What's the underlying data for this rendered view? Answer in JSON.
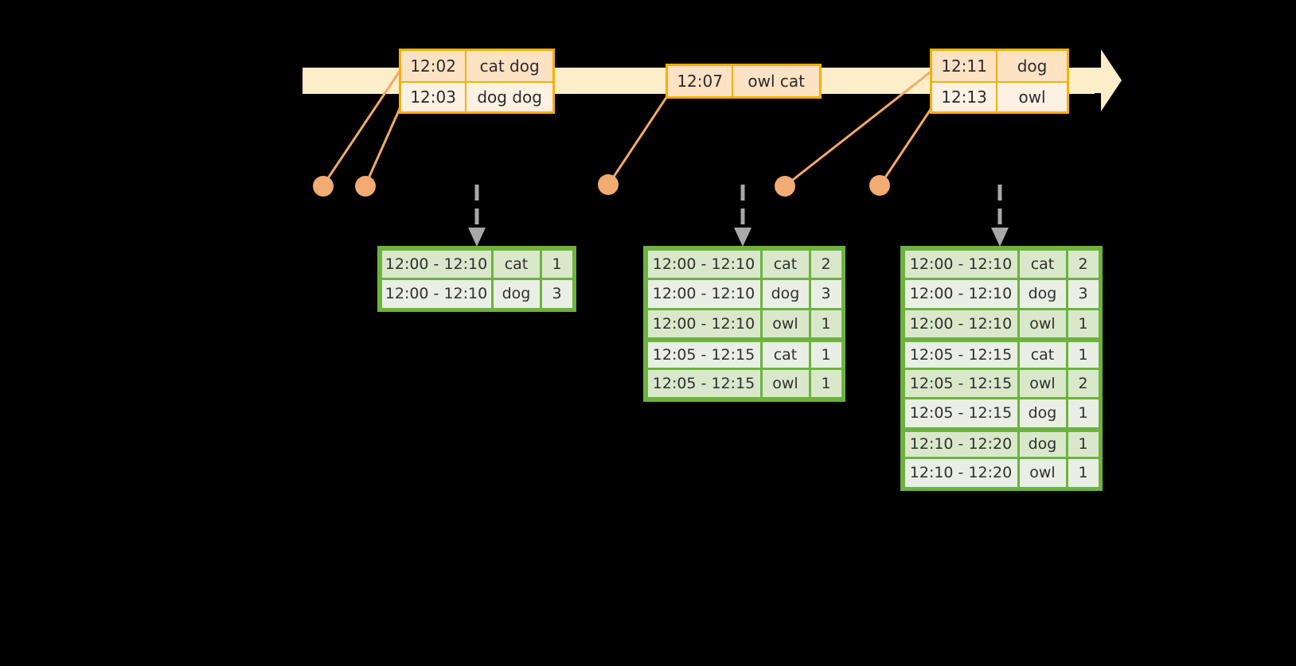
{
  "timeline": {
    "bar_color": "#fdeec9",
    "arrow_label": "time-axis-arrow",
    "events": [
      {
        "id": "event-group-1",
        "rows": [
          {
            "time": "12:02",
            "body": "cat dog"
          },
          {
            "time": "12:03",
            "body": "dog dog"
          }
        ]
      },
      {
        "id": "event-group-2",
        "rows": [
          {
            "time": "12:07",
            "body": "owl cat"
          }
        ]
      },
      {
        "id": "event-group-3",
        "rows": [
          {
            "time": "12:11",
            "body": "dog"
          },
          {
            "time": "12:13",
            "body": "owl"
          }
        ]
      }
    ],
    "connector_color": "#f2a86a",
    "dot_color": "#f2ab72"
  },
  "flow": {
    "arrow_color": "#a8a8a8",
    "arrow_style": "dashed",
    "arrow_labels": [
      "emit-arrow-1",
      "emit-arrow-2",
      "emit-arrow-3"
    ]
  },
  "tables": [
    {
      "id": "result-table-1",
      "border_color": "#6cb33f",
      "rows": [
        {
          "window": "12:00 - 12:10",
          "key": "cat",
          "count": "1",
          "shade": "a",
          "group_start": true
        },
        {
          "window": "12:00 - 12:10",
          "key": "dog",
          "count": "3",
          "shade": "b",
          "group_start": false
        }
      ]
    },
    {
      "id": "result-table-2",
      "border_color": "#6cb33f",
      "rows": [
        {
          "window": "12:00 - 12:10",
          "key": "cat",
          "count": "2",
          "shade": "a",
          "group_start": true
        },
        {
          "window": "12:00 - 12:10",
          "key": "dog",
          "count": "3",
          "shade": "b",
          "group_start": false
        },
        {
          "window": "12:00 - 12:10",
          "key": "owl",
          "count": "1",
          "shade": "a",
          "group_start": false
        },
        {
          "window": "12:05 - 12:15",
          "key": "cat",
          "count": "1",
          "shade": "b",
          "group_start": true
        },
        {
          "window": "12:05 - 12:15",
          "key": "owl",
          "count": "1",
          "shade": "a",
          "group_start": false
        }
      ]
    },
    {
      "id": "result-table-3",
      "border_color": "#6cb33f",
      "rows": [
        {
          "window": "12:00 - 12:10",
          "key": "cat",
          "count": "2",
          "shade": "a",
          "group_start": true
        },
        {
          "window": "12:00 - 12:10",
          "key": "dog",
          "count": "3",
          "shade": "b",
          "group_start": false
        },
        {
          "window": "12:00 - 12:10",
          "key": "owl",
          "count": "1",
          "shade": "a",
          "group_start": false
        },
        {
          "window": "12:05 - 12:15",
          "key": "cat",
          "count": "1",
          "shade": "b",
          "group_start": true
        },
        {
          "window": "12:05 - 12:15",
          "key": "owl",
          "count": "2",
          "shade": "a",
          "group_start": false
        },
        {
          "window": "12:05 - 12:15",
          "key": "dog",
          "count": "1",
          "shade": "b",
          "group_start": false
        },
        {
          "window": "12:10 - 12:20",
          "key": "dog",
          "count": "1",
          "shade": "a",
          "group_start": true
        },
        {
          "window": "12:10 - 12:20",
          "key": "owl",
          "count": "1",
          "shade": "b",
          "group_start": false
        }
      ]
    }
  ]
}
